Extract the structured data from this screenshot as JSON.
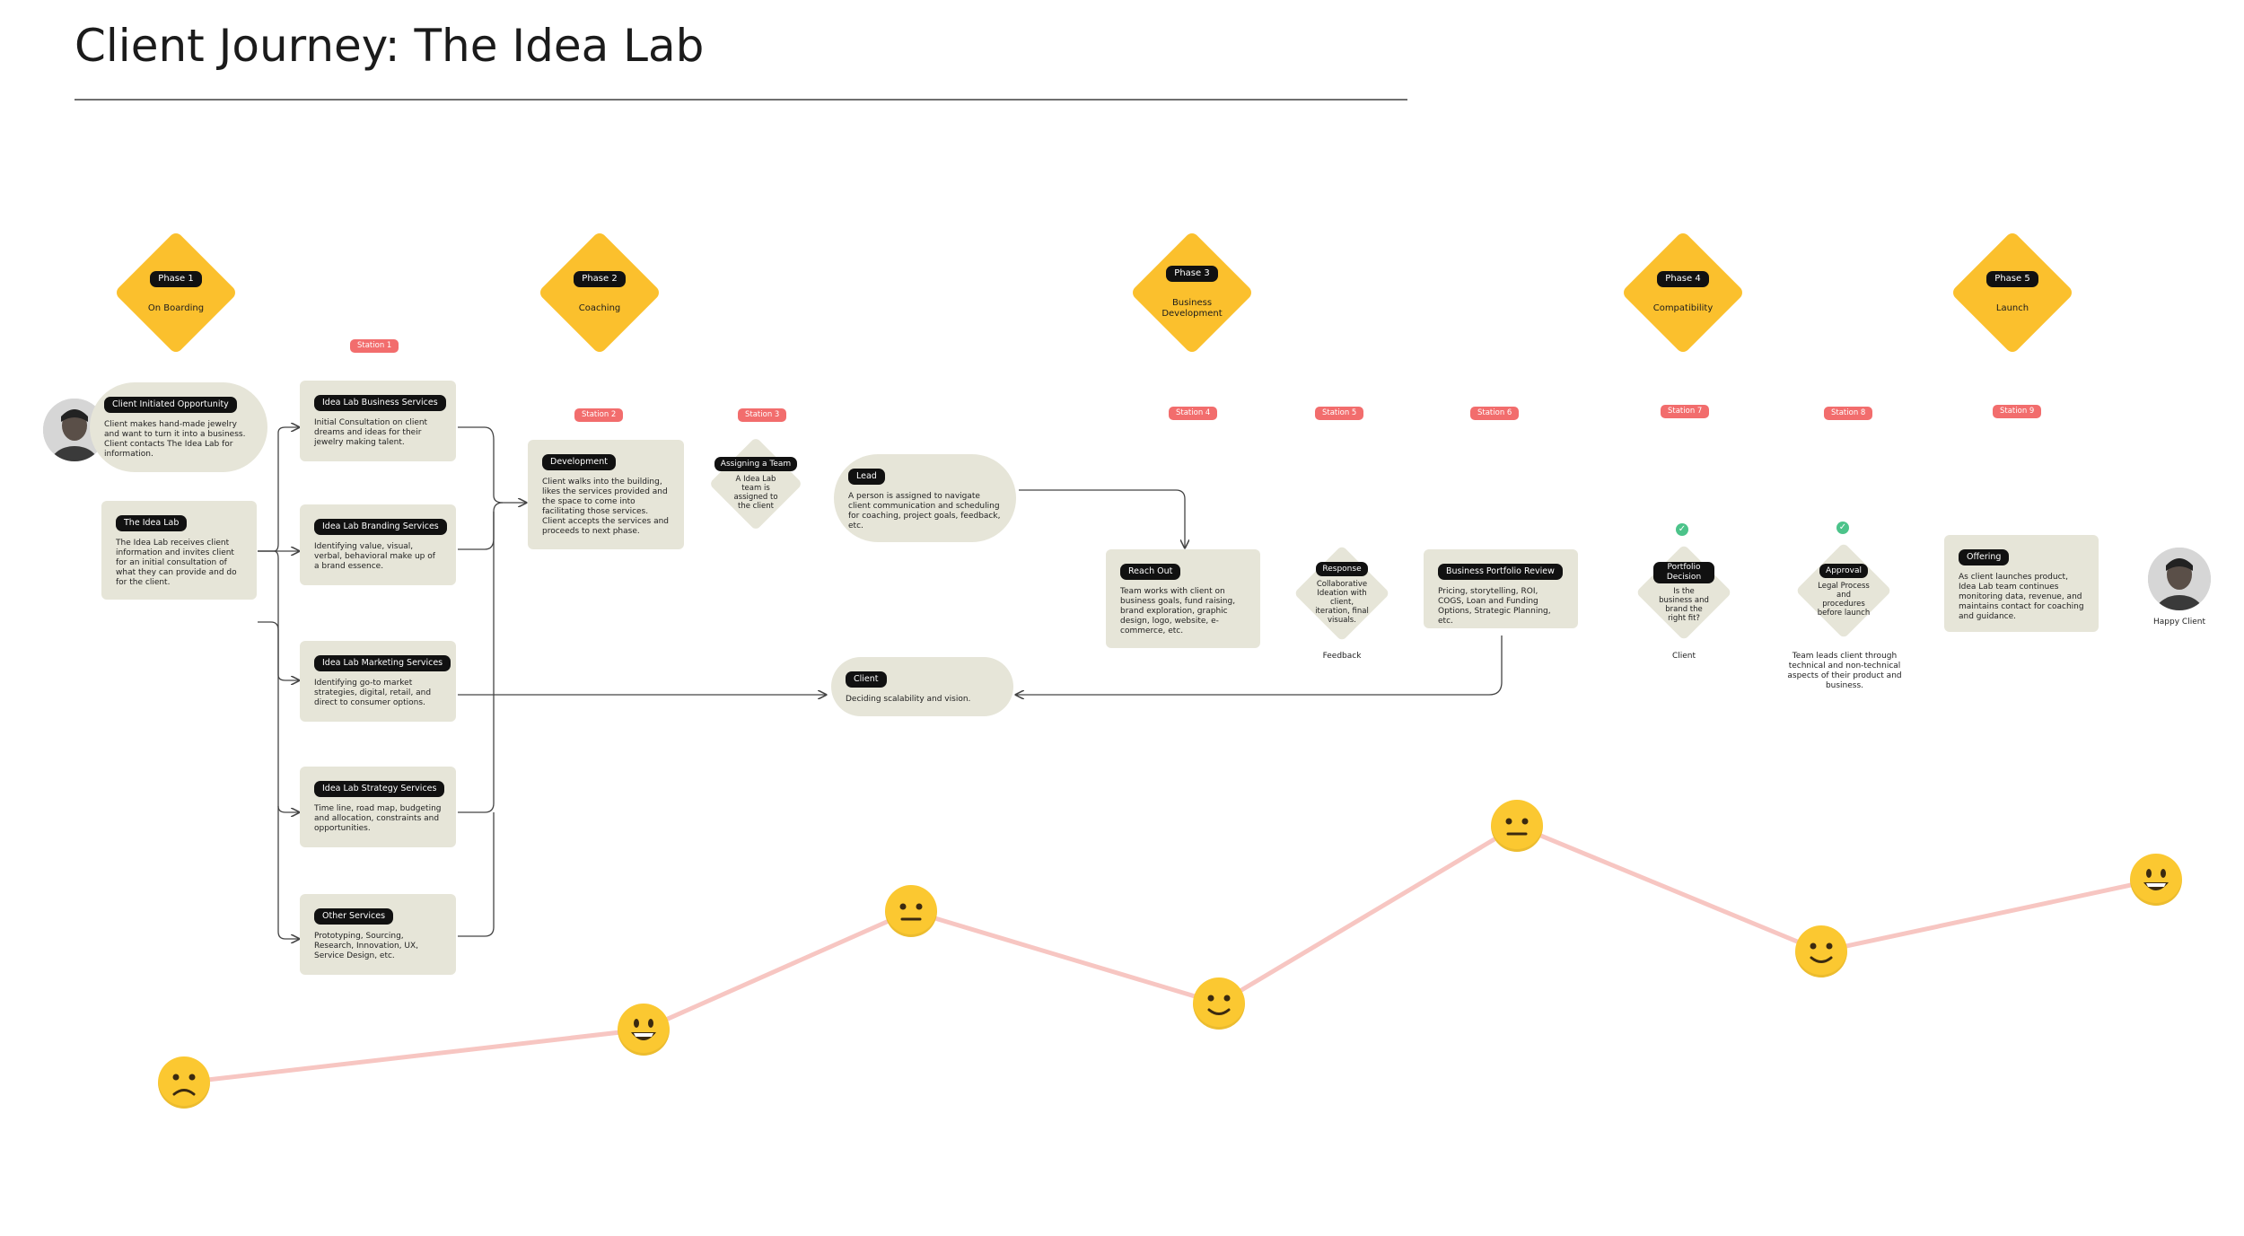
{
  "title": "Client Journey: The Idea Lab",
  "phases": [
    {
      "tag": "Phase 1",
      "name": "On Boarding"
    },
    {
      "tag": "Phase 2",
      "name": "Coaching"
    },
    {
      "tag": "Phase 3",
      "name": "Business Development"
    },
    {
      "tag": "Phase 4",
      "name": "Compatibility"
    },
    {
      "tag": "Phase 5",
      "name": "Launch"
    }
  ],
  "stations": [
    "Station 1",
    "Station 2",
    "Station 3",
    "Station 4",
    "Station 5",
    "Station 6",
    "Station 7",
    "Station 8",
    "Station 9"
  ],
  "cards": {
    "opportunity": {
      "title": "Client Initiated Opportunity",
      "body": "Client makes hand-made jewelry and want to turn it into a business. Client contacts The Idea Lab for information."
    },
    "idealab": {
      "title": "The Idea Lab",
      "body": "The Idea Lab receives client information and invites client for an initial consultation of what they can provide and do for the client."
    },
    "business": {
      "title": "Idea Lab Business Services",
      "body": "Initial Consultation on client dreams and ideas for their jewelry making talent."
    },
    "branding": {
      "title": "Idea Lab Branding Services",
      "body": "Identifying value, visual, verbal, behavioral make up of a brand essence."
    },
    "marketing": {
      "title": "Idea Lab Marketing Services",
      "body": "Identifying go-to market strategies, digital, retail, and direct to consumer options."
    },
    "strategy": {
      "title": "Idea Lab Strategy Services",
      "body": "Time line, road map, budgeting and allocation, constraints and opportunities."
    },
    "other": {
      "title": "Other Services",
      "body": "Prototyping, Sourcing, Research, Innovation, UX, Service Design, etc."
    },
    "development": {
      "title": "Development",
      "body": "Client walks into the building, likes the services provided and the space to come into facilitating those services. Client accepts the services and proceeds to next phase."
    },
    "lead": {
      "title": "Lead",
      "body": "A person is assigned to navigate client communication and scheduling for coaching, project goals, feedback, etc."
    },
    "client": {
      "title": "Client",
      "body": "Deciding scalability and vision."
    },
    "reachout": {
      "title": "Reach Out",
      "body": "Team works with client on business goals, fund raising, brand exploration, graphic design, logo, website, e-commerce, etc."
    },
    "portfolio": {
      "title": "Business Portfolio Review",
      "body": "Pricing, storytelling, ROI, COGS, Loan and Funding Options, Strategic Planning, etc."
    },
    "offering": {
      "title": "Offering",
      "body": "As client launches product, Idea Lab team continues monitoring data, revenue, and maintains contact for coaching and guidance."
    }
  },
  "diamonds": {
    "team": {
      "title": "Assigning a Team",
      "body": "A Idea Lab team is assigned to the client"
    },
    "response": {
      "title": "Response",
      "body": "Collaborative Ideation with client, iteration, final visuals.",
      "caption": "Feedback"
    },
    "decision": {
      "title": "Portfolio Decision",
      "body": "Is the business and brand the right fit?",
      "caption": "Client"
    },
    "approval": {
      "title": "Approval",
      "body": "Legal Process and procedures before launch",
      "caption": "Team leads client through technical and non-technical aspects of their product and business."
    }
  },
  "happy_client": "Happy Client",
  "emotion_curve": [
    {
      "mood": "sad"
    },
    {
      "mood": "grin"
    },
    {
      "mood": "neutral"
    },
    {
      "mood": "smile"
    },
    {
      "mood": "neutral"
    },
    {
      "mood": "smile"
    },
    {
      "mood": "grin"
    }
  ],
  "colors": {
    "phase": "#FBC02D",
    "station": "#F26D6D",
    "card": "#E6E5D8",
    "pill": "#111111",
    "curve": "#F7C6C2",
    "check": "#4CC38A",
    "emoji": "#FBC831"
  }
}
